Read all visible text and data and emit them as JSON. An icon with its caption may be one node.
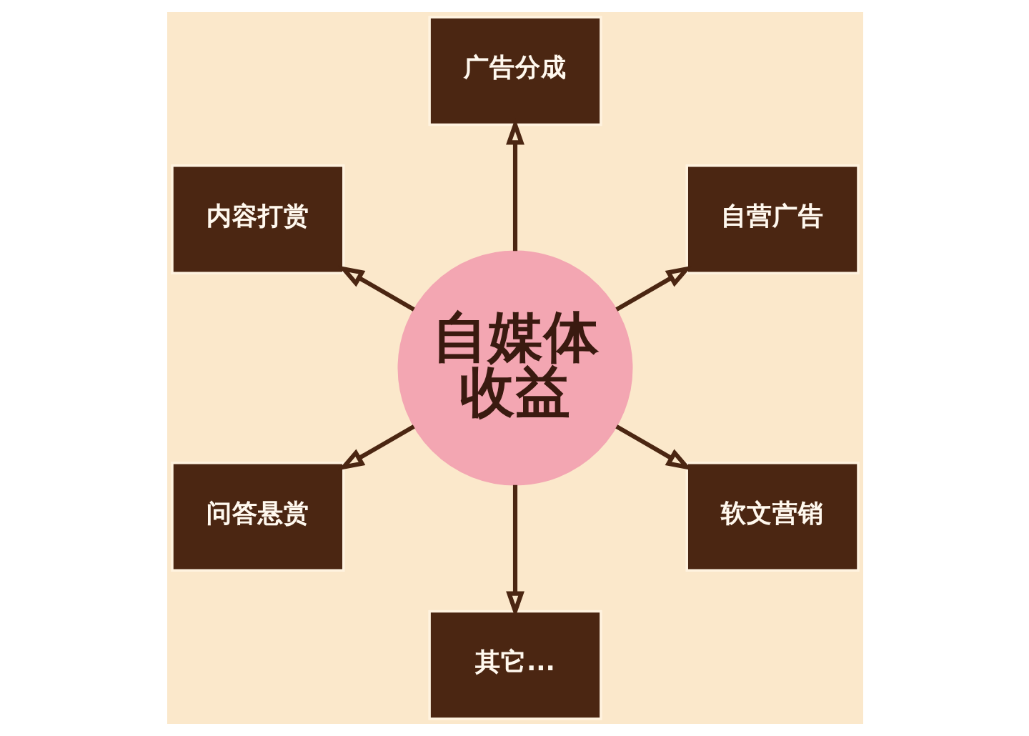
{
  "diagram": {
    "nodes": [
      {
        "text": [
          "广告分成"
        ]
      },
      {
        "text": [
          "内容打赏"
        ]
      },
      {
        "text": [
          "自营广告"
        ]
      },
      {
        "text": [
          "自媒体收益"
        ]
      },
      {
        "text": [
          "问答悬赏"
        ]
      },
      {
        "text": [
          "软文营销"
        ]
      },
      {
        "text": [
          "其它..."
        ]
      }
    ],
    "edges": [
      {
        "from": 3,
        "to": 0,
        "arrow": "to"
      },
      {
        "from": 3,
        "to": 2,
        "arrow": "to"
      },
      {
        "from": 3,
        "to": 5,
        "arrow": "to"
      },
      {
        "from": 3,
        "to": 6,
        "arrow": "to"
      },
      {
        "from": 3,
        "to": 4,
        "arrow": "to"
      },
      {
        "from": 3,
        "to": 1,
        "arrow": "to"
      }
    ]
  }
}
